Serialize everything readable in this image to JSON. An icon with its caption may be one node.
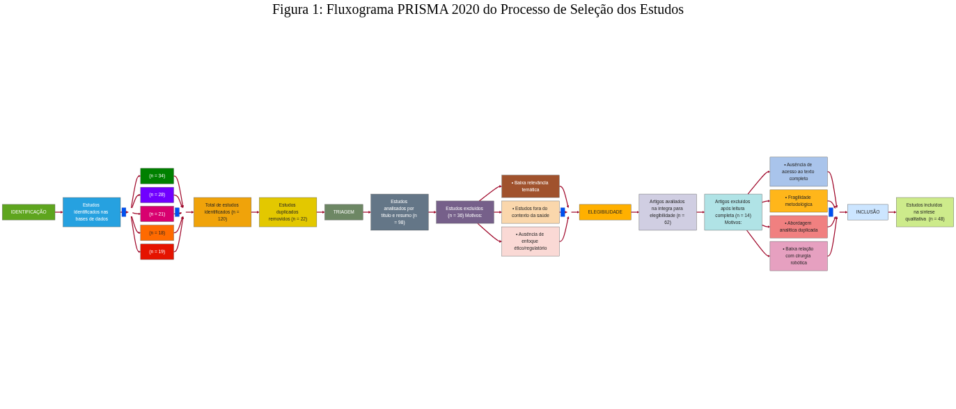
{
  "diagram": {
    "title": "Figura 1: Fluxograma PRISMA 2020 do Processo de Seleção dos Estudos",
    "nodes": [
      {
        "text": [
          "IDENTIFICAÇÃO"
        ]
      },
      {
        "text": [
          "Estudos identificados nas bases de dados"
        ]
      },
      {
        "text": [],
        "shape": "bar"
      },
      {
        "text": [
          "(n = 34)"
        ]
      },
      {
        "text": [
          "(n = 28)"
        ]
      },
      {
        "text": [
          "(n = 21)"
        ]
      },
      {
        "text": [
          "(n = 18)"
        ]
      },
      {
        "text": [
          "(n = 19)"
        ]
      },
      {
        "text": [],
        "shape": "bar"
      },
      {
        "text": [
          "Total de estudos identificados (n = 120)"
        ]
      },
      {
        "text": [
          "Estudos duplicados removidos (n = 22)"
        ]
      },
      {
        "text": [
          "TRIAGEM"
        ]
      },
      {
        "text": [
          "Estudos analisados por título e resumo (n = 98)"
        ]
      },
      {
        "text": [
          "Estudos excluídos (n = 36) Motivos:"
        ]
      },
      {
        "text": [
          "• Baixa relevância temática"
        ]
      },
      {
        "text": [
          "• Estudos fora do contexto da saúde"
        ]
      },
      {
        "text": [
          "• Ausência de enfoque ético/regulatório"
        ]
      },
      {
        "text": [],
        "shape": "bar"
      },
      {
        "text": [
          "ELEGIBILIDADE"
        ]
      },
      {
        "text": [
          "Artigos avaliados na íntegra para elegibilidade (n = 62)"
        ]
      },
      {
        "text": [
          "Artigos excluídos após leitura completa (n = 14)",
          "Motivos:"
        ]
      },
      {
        "text": [
          "• Ausência de acesso ao texto completo"
        ]
      },
      {
        "text": [
          "• Fragilidade metodológica"
        ]
      },
      {
        "text": [
          "• Abordagem analítica duplicada"
        ]
      },
      {
        "text": [
          "• Baixa relação com cirurgia robótica"
        ]
      },
      {
        "text": [],
        "shape": "bar"
      },
      {
        "text": [
          "INCLUSÃO"
        ]
      },
      {
        "text": [
          "Estudos incluídos na síntese qualitativa  (n = 48)"
        ]
      }
    ],
    "edges": [
      {
        "from": 0,
        "to": 1,
        "arrow": "to"
      },
      {
        "from": 1,
        "to": 2,
        "arrow": "to"
      },
      {
        "from": 2,
        "to": 3,
        "arrow": "to"
      },
      {
        "from": 2,
        "to": 4,
        "arrow": "to"
      },
      {
        "from": 2,
        "to": 5,
        "arrow": "to"
      },
      {
        "from": 2,
        "to": 6,
        "arrow": "to"
      },
      {
        "from": 2,
        "to": 7,
        "arrow": "to"
      },
      {
        "from": 3,
        "to": 8,
        "arrow": "to"
      },
      {
        "from": 4,
        "to": 8,
        "arrow": "to"
      },
      {
        "from": 5,
        "to": 8,
        "arrow": "to"
      },
      {
        "from": 6,
        "to": 8,
        "arrow": "to"
      },
      {
        "from": 7,
        "to": 8,
        "arrow": "to"
      },
      {
        "from": 8,
        "to": 9,
        "arrow": "to"
      },
      {
        "from": 9,
        "to": 10,
        "arrow": "to"
      },
      {
        "from": 10,
        "to": 11,
        "arrow": "to"
      },
      {
        "from": 11,
        "to": 12,
        "arrow": "to"
      },
      {
        "from": 12,
        "to": 13,
        "arrow": "to"
      },
      {
        "from": 13,
        "to": 14,
        "arrow": "to"
      },
      {
        "from": 13,
        "to": 15,
        "arrow": "to"
      },
      {
        "from": 13,
        "to": 16,
        "arrow": "to"
      },
      {
        "from": 14,
        "to": 17,
        "arrow": "to"
      },
      {
        "from": 15,
        "to": 17,
        "arrow": "to"
      },
      {
        "from": 16,
        "to": 17,
        "arrow": "to"
      },
      {
        "from": 17,
        "to": 18,
        "arrow": "to"
      },
      {
        "from": 18,
        "to": 19,
        "arrow": "to"
      },
      {
        "from": 19,
        "to": 20,
        "arrow": "to"
      },
      {
        "from": 20,
        "to": 21,
        "arrow": "to"
      },
      {
        "from": 20,
        "to": 22,
        "arrow": "to"
      },
      {
        "from": 20,
        "to": 23,
        "arrow": "to"
      },
      {
        "from": 20,
        "to": 24,
        "arrow": "to"
      },
      {
        "from": 21,
        "to": 25,
        "arrow": "to"
      },
      {
        "from": 22,
        "to": 25,
        "arrow": "to"
      },
      {
        "from": 23,
        "to": 25,
        "arrow": "to"
      },
      {
        "from": 24,
        "to": 25,
        "arrow": "to"
      },
      {
        "from": 25,
        "to": 26,
        "arrow": "to"
      },
      {
        "from": 26,
        "to": 27,
        "arrow": "to"
      }
    ]
  }
}
